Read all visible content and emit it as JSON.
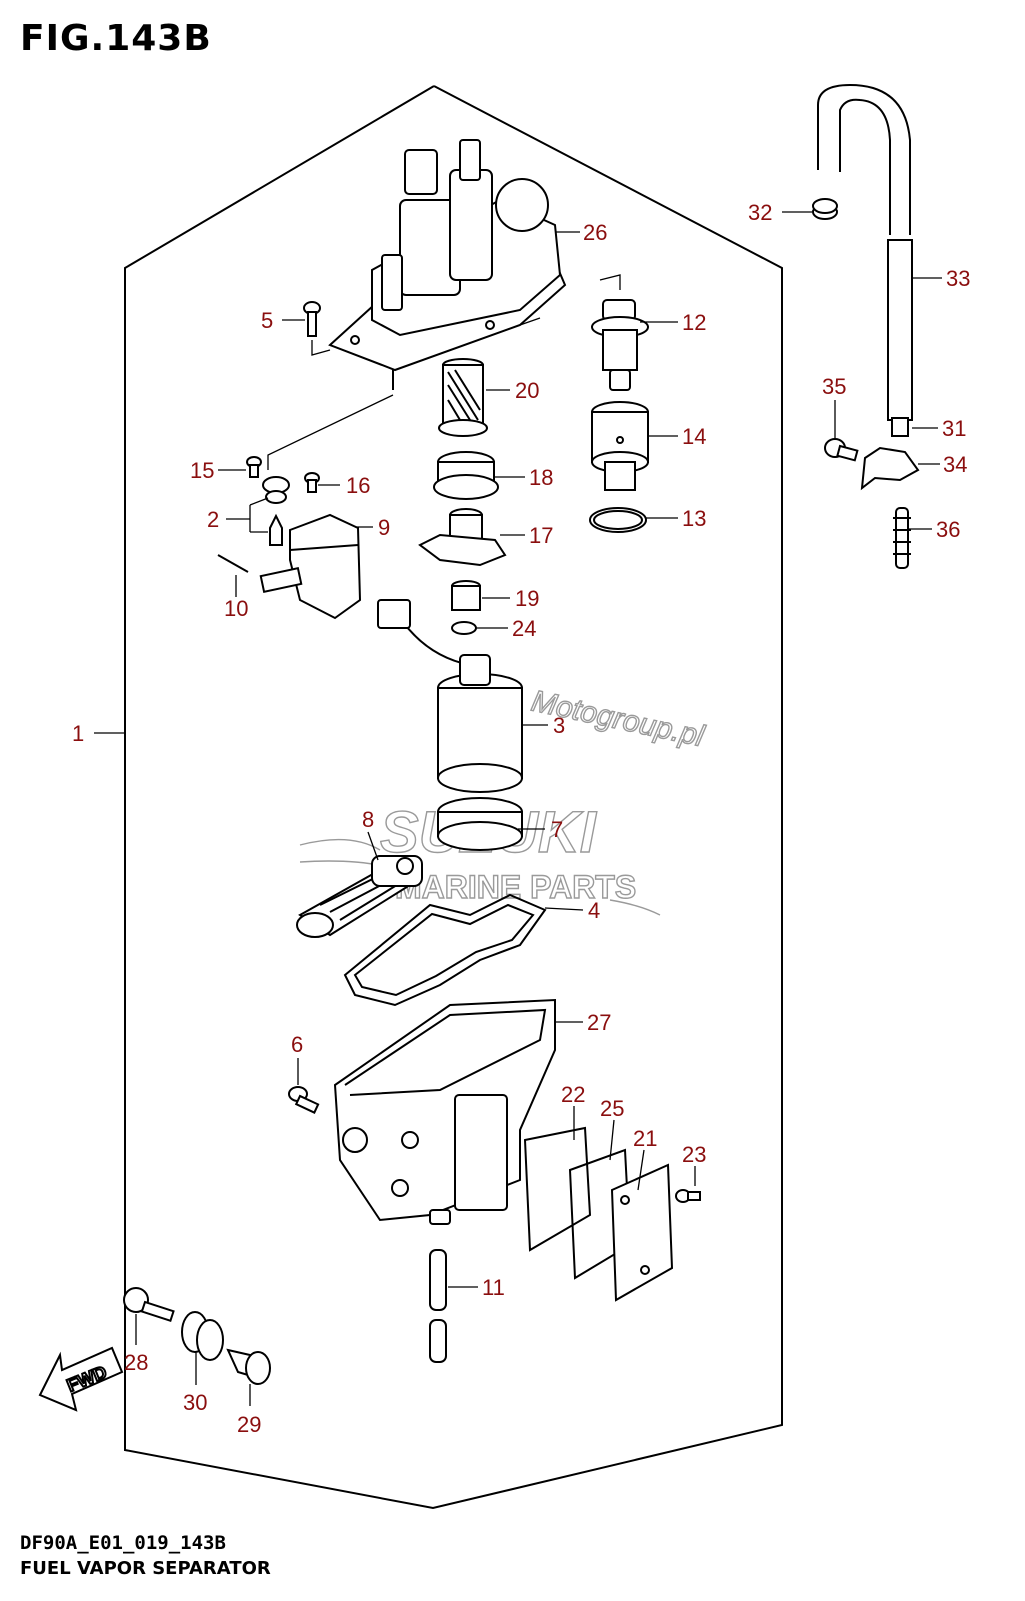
{
  "figure": {
    "title": "FIG.143B",
    "code": "DF90A_E01_019_143B",
    "name": "FUEL VAPOR SEPARATOR"
  },
  "watermarks": {
    "brand": "SUZUKI",
    "subtitle": "MARINE PARTS",
    "site": "Motogroup.pl"
  },
  "fwd_arrow": {
    "label": "FWD"
  },
  "callouts": [
    {
      "num": "1"
    },
    {
      "num": "2"
    },
    {
      "num": "3"
    },
    {
      "num": "4"
    },
    {
      "num": "5"
    },
    {
      "num": "6"
    },
    {
      "num": "7"
    },
    {
      "num": "8"
    },
    {
      "num": "9"
    },
    {
      "num": "10"
    },
    {
      "num": "11"
    },
    {
      "num": "12"
    },
    {
      "num": "13"
    },
    {
      "num": "14"
    },
    {
      "num": "15"
    },
    {
      "num": "16"
    },
    {
      "num": "17"
    },
    {
      "num": "18"
    },
    {
      "num": "19"
    },
    {
      "num": "20"
    },
    {
      "num": "21"
    },
    {
      "num": "22"
    },
    {
      "num": "23"
    },
    {
      "num": "24"
    },
    {
      "num": "25"
    },
    {
      "num": "26"
    },
    {
      "num": "27"
    },
    {
      "num": "28"
    },
    {
      "num": "29"
    },
    {
      "num": "30"
    },
    {
      "num": "31"
    },
    {
      "num": "32"
    },
    {
      "num": "33"
    },
    {
      "num": "34"
    },
    {
      "num": "35"
    },
    {
      "num": "36"
    }
  ],
  "colors": {
    "callout": "#8a0e0e",
    "line": "#000000",
    "watermark": "#9a9a9a"
  }
}
